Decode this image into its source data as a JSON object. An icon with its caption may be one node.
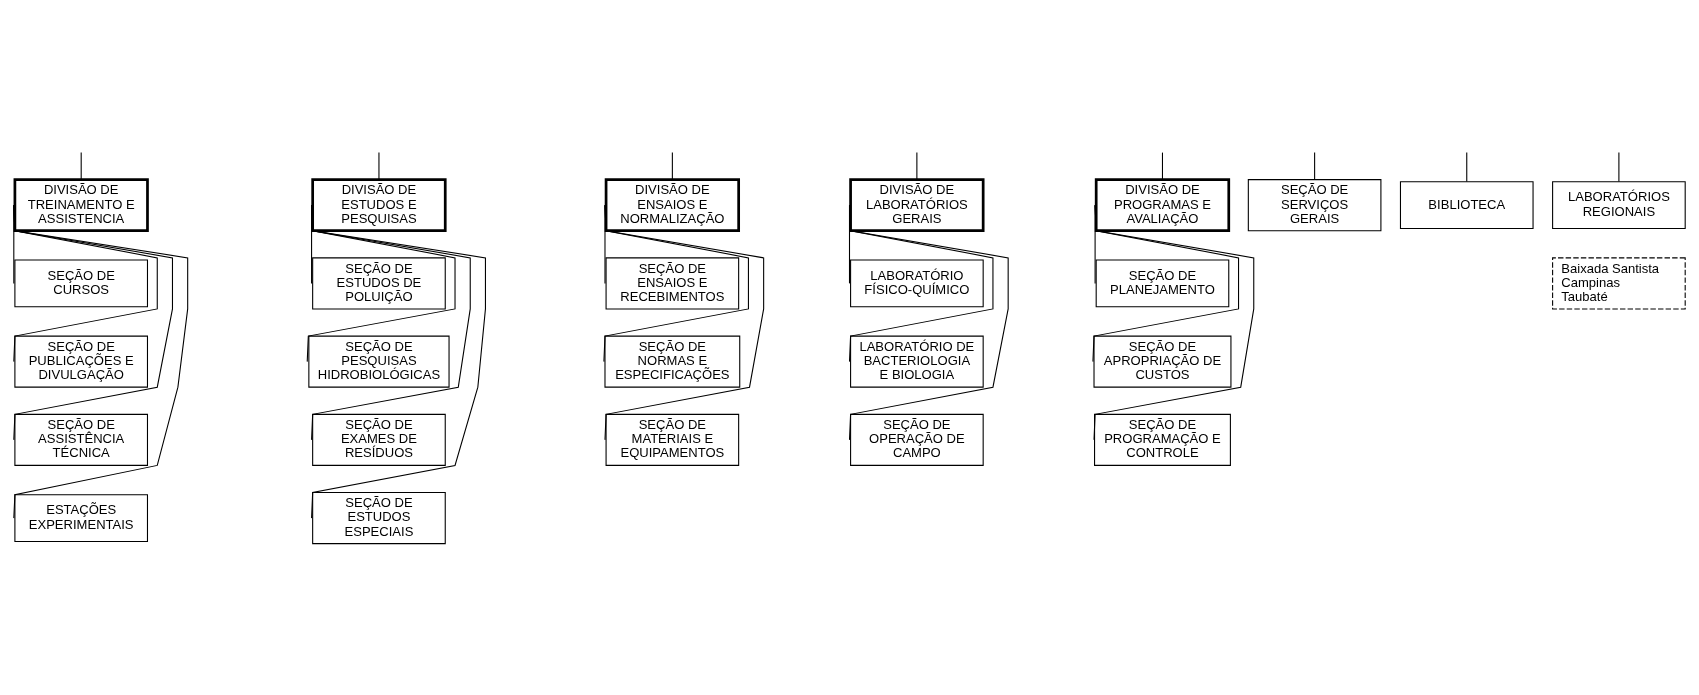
{
  "diagram": {
    "nodes": [
      {
        "text": [
          "DIVISÃO DE TREINAMENTO E ASSISTENCIA"
        ]
      },
      {
        "text": [
          "SEÇÃO DE CURSOS"
        ]
      },
      {
        "text": [
          "SEÇÃO DE PUBLICAÇÕES E DIVULGAÇÃO"
        ]
      },
      {
        "text": [
          "SEÇÃO DE ASSISTÊNCIA TÉCNICA"
        ]
      },
      {
        "text": [
          "ESTAÇÕES EXPERIMENTAIS"
        ]
      },
      {
        "text": [
          "DIVISÃO DE ESTUDOS E PESQUISAS"
        ]
      },
      {
        "text": [
          "SEÇÃO DE ESTUDOS DE POLUIÇÃO"
        ]
      },
      {
        "text": [
          "SEÇÃO DE PESQUISAS HIDROBIOLÓGICAS"
        ]
      },
      {
        "text": [
          "SEÇÃO DE EXAMES DE RESÍDUOS"
        ]
      },
      {
        "text": [
          "SEÇÃO DE ESTUDOS ESPECIAIS"
        ]
      },
      {
        "text": [
          "DIVISÃO DE ENSAIOS E NORMALIZAÇÃO"
        ]
      },
      {
        "text": [
          "SEÇÃO DE ENSAIOS E RECEBIMENTOS"
        ]
      },
      {
        "text": [
          "SEÇÃO DE NORMAS E ESPECIFICAÇÕES"
        ]
      },
      {
        "text": [
          "SEÇÃO DE MATERIAIS E EQUIPAMENTOS"
        ]
      },
      {
        "text": [
          "DIVISÃO DE LABORATÓRIOS GERAIS"
        ]
      },
      {
        "text": [
          "LABORATÓRIO FÍSICO-QUÍMICO"
        ]
      },
      {
        "text": [
          "LABORATÓRIO DE BACTERIOLOGIA E BIOLOGIA"
        ]
      },
      {
        "text": [
          "SEÇÃO DE OPERAÇÃO DE CAMPO"
        ]
      },
      {
        "text": [
          "DIVISÃO DE PROGRAMAS E AVALIAÇÃO"
        ]
      },
      {
        "text": [
          "SEÇÃO DE PLANEJAMENTO"
        ]
      },
      {
        "text": [
          "SEÇÃO DE APROPRIAÇÃO DE CUSTOS"
        ]
      },
      {
        "text": [
          "SEÇÃO DE PROGRAMAÇÃO E CONTROLE"
        ]
      },
      {
        "text": [
          "SEÇÃO DE SERVIÇOS GERAIS"
        ]
      },
      {
        "text": [
          "BIBLIOTECA"
        ]
      },
      {
        "text": [
          "LABORATÓRIOS REGIONAIS"
        ]
      },
      {
        "text": [
          "Baixada Santista",
          "Campinas",
          "Taubaté"
        ]
      }
    ],
    "edges": [
      {
        "from": null,
        "to": 0,
        "arrow": "none"
      },
      {
        "from": null,
        "to": 5,
        "arrow": "none"
      },
      {
        "from": null,
        "to": 10,
        "arrow": "none"
      },
      {
        "from": null,
        "to": 14,
        "arrow": "none"
      },
      {
        "from": null,
        "to": 18,
        "arrow": "none"
      },
      {
        "from": null,
        "to": 22,
        "arrow": "none"
      },
      {
        "from": null,
        "to": 23,
        "arrow": "none"
      },
      {
        "from": null,
        "to": 24,
        "arrow": "none"
      },
      {
        "from": 0,
        "to": 1,
        "arrow": "none"
      },
      {
        "from": 0,
        "to": 2,
        "arrow": "none"
      },
      {
        "from": 0,
        "to": 3,
        "arrow": "none"
      },
      {
        "from": 0,
        "to": 4,
        "arrow": "none"
      },
      {
        "from": 5,
        "to": 6,
        "arrow": "none"
      },
      {
        "from": 5,
        "to": 7,
        "arrow": "none"
      },
      {
        "from": 5,
        "to": 8,
        "arrow": "none"
      },
      {
        "from": 5,
        "to": 9,
        "arrow": "none"
      },
      {
        "from": 10,
        "to": 11,
        "arrow": "none"
      },
      {
        "from": 10,
        "to": 12,
        "arrow": "none"
      },
      {
        "from": 10,
        "to": 13,
        "arrow": "none"
      },
      {
        "from": 14,
        "to": 15,
        "arrow": "none"
      },
      {
        "from": 14,
        "to": 16,
        "arrow": "none"
      },
      {
        "from": 14,
        "to": 17,
        "arrow": "none"
      },
      {
        "from": 18,
        "to": 19,
        "arrow": "none"
      },
      {
        "from": 18,
        "to": 20,
        "arrow": "none"
      },
      {
        "from": 18,
        "to": 21,
        "arrow": "none"
      }
    ]
  }
}
